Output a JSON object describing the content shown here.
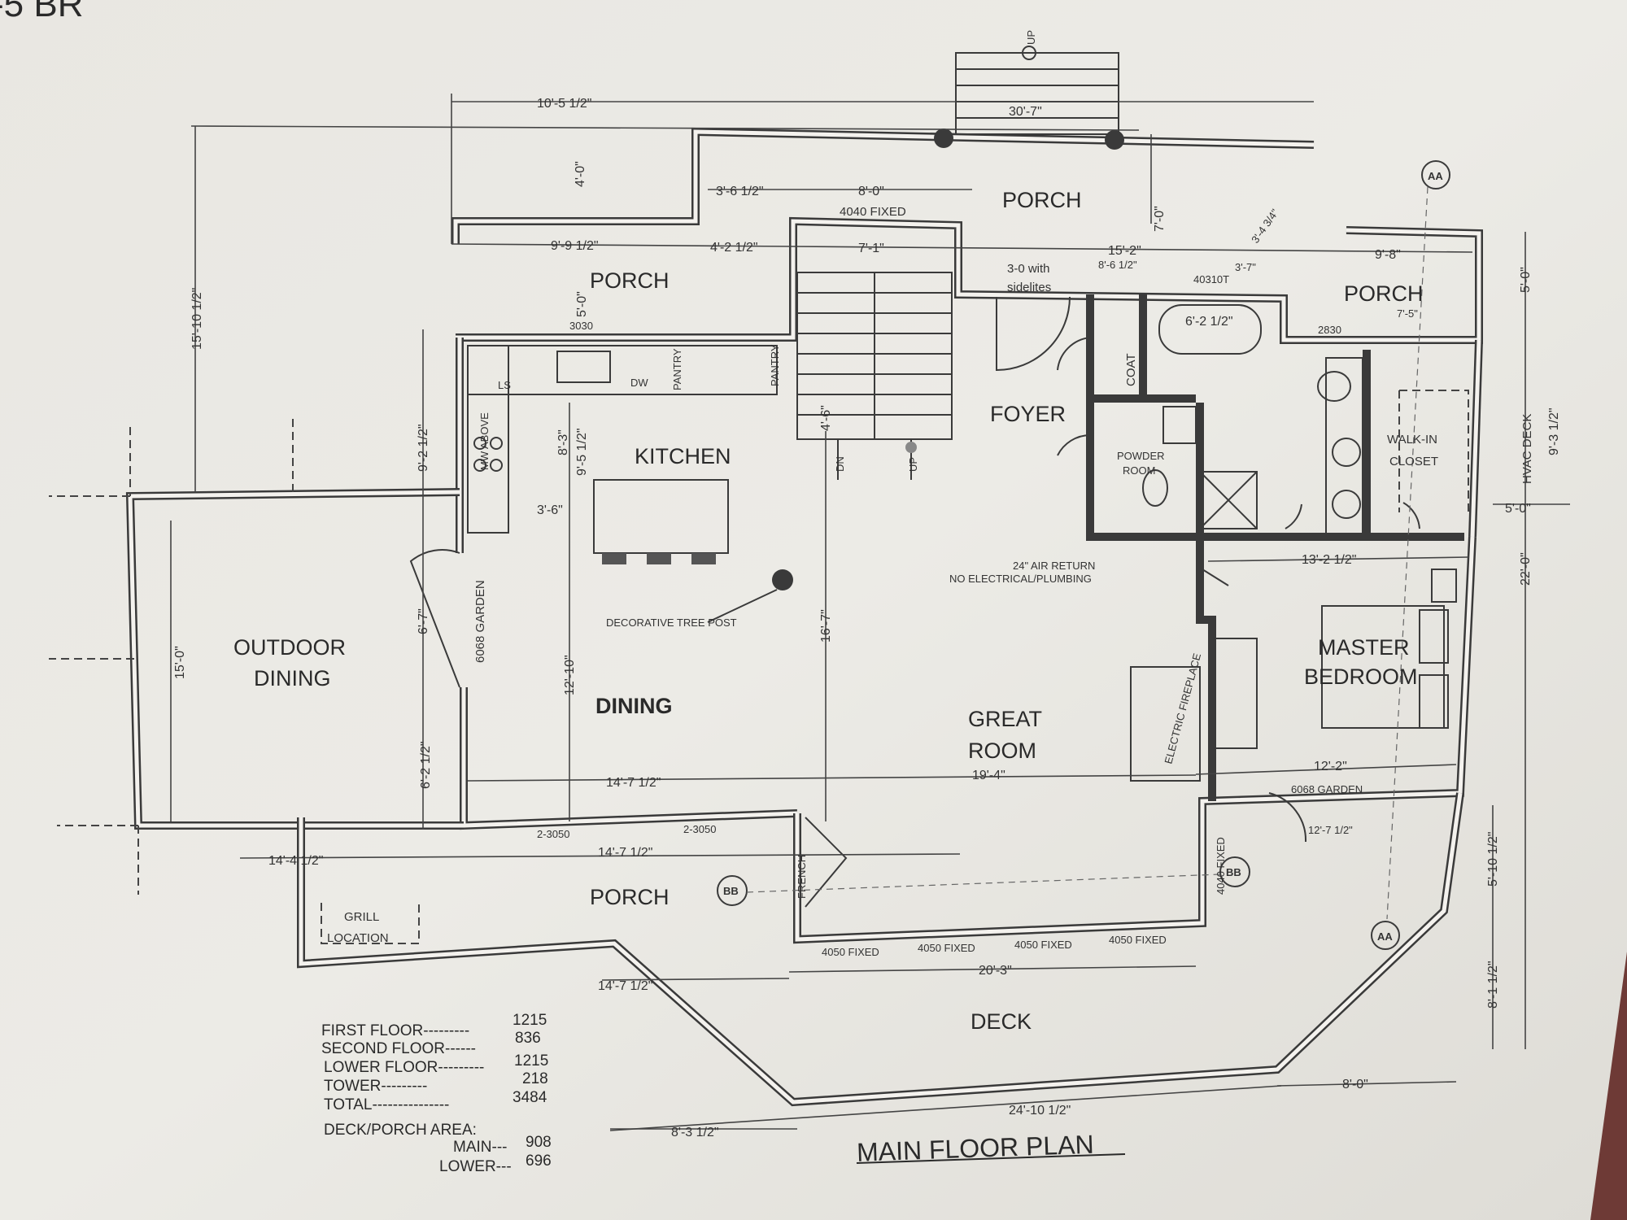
{
  "corner_text": "-5 BR",
  "title": "MAIN FLOOR PLAN",
  "rooms": {
    "porch_top": "PORCH",
    "porch_left": "PORCH",
    "porch_right": "PORCH",
    "porch_bottom": "PORCH",
    "kitchen": "KITCHEN",
    "foyer": "FOYER",
    "coat": "COAT",
    "powder_room_1": "POWDER",
    "powder_room_2": "ROOM",
    "walkin_1": "WALK-IN",
    "walkin_2": "CLOSET",
    "outdoor_dining_1": "OUTDOOR",
    "outdoor_dining_2": "DINING",
    "dining": "DINING",
    "great_room_1": "GREAT",
    "great_room_2": "ROOM",
    "master_1": "MASTER",
    "master_2": "BEDROOM",
    "deck": "DECK",
    "grill_1": "GRILL",
    "grill_2": "LOCATION",
    "hvac_deck": "HVAC DECK"
  },
  "annotations": {
    "fixed_4040": "4040 FIXED",
    "with_sidelites_1": "3-0 with",
    "with_sidelites_2": "sidelites",
    "fixed_40310t": "40310T",
    "win_3030": "3030",
    "win_2830": "2830",
    "ls": "LS",
    "dw": "DW",
    "pantry_1": "PANTRY",
    "pantry_2": "PANTRY",
    "mw_above": "MW ABOVE",
    "garden_6068_left": "6068 GARDEN",
    "garden_6068_right": "6068 GARDEN",
    "air_return_1": "24\" AIR RETURN",
    "air_return_2": "NO ELECTRICAL/PLUMBING",
    "tree_post": "DECORATIVE TREE POST",
    "electric_fireplace": "ELECTRIC FIREPLACE",
    "win_2_3050_a": "2-3050",
    "win_2_3050_b": "2-3050",
    "french": "FRENCH",
    "fixed_4050_1": "4050 FIXED",
    "fixed_4050_2": "4050 FIXED",
    "fixed_4050_3": "4050 FIXED",
    "fixed_4050_4": "4050 FIXED",
    "fixed_4040_side": "4040 FIXED",
    "up_top": "UP",
    "up_stair": "UP",
    "dn_stair": "DN",
    "section_aa_top": "AA",
    "section_aa_bottom": "AA",
    "section_bb_left": "BB",
    "section_bb_right": "BB"
  },
  "dimensions": {
    "d1": "10'-5 1/2\"",
    "d2": "30'-7\"",
    "d3": "15'-10 1/2\"",
    "d4": "4'-0\"",
    "d5": "3'-6 1/2\"",
    "d6": "8'-0\"",
    "d7": "7'-0\"",
    "d8": "3'-4 3/4\"",
    "d9": "9'-9 1/2\"",
    "d10": "4'-2 1/2\"",
    "d11": "7'-1\"",
    "d12": "15'-2\"",
    "d13": "8'-6 1/2\"",
    "d14": "3'-7\"",
    "d15": "9'-8\"",
    "d16": "5'-0\"",
    "d17": "6'-2 1/2\"",
    "d18": "7'-5\"",
    "d19": "9'-2 1/2\"",
    "d20": "8'-3\"",
    "d21": "9'-5 1/2\"",
    "d22": "3'-6\"",
    "d23": "12'-10\"",
    "d24": "16'-7\"",
    "d25": "6'-7\"",
    "d26": "15'-0\"",
    "d27": "6'-2 1/2\"",
    "d28": "14'-7 1/2\"",
    "d29": "19'-4\"",
    "d30": "12'-2\"",
    "d31": "14'-4 1/2\"",
    "d32": "14'-7 1/2\"",
    "d33": "12'-7 1/2\"",
    "d34": "13'-2 1/2\"",
    "d35": "22'-0\"",
    "d36": "9'-3 1/2\"",
    "d37": "5'-0\"",
    "d38": "5'-10 1/2\"",
    "d39": "20'-3\"",
    "d40": "14'-7 1/2\"",
    "d41": "8'-1 1/2\"",
    "d42": "8'-0\"",
    "d43": "24'-10 1/2\"",
    "d44": "8'-3 1/2\"",
    "d45": "4'-6\"",
    "d46": "5'-0\""
  },
  "area_table": {
    "rows": [
      {
        "label": "FIRST FLOOR---------",
        "value": "1215"
      },
      {
        "label": "SECOND FLOOR------",
        "value": "836"
      },
      {
        "label": "LOWER FLOOR---------",
        "value": "1215"
      },
      {
        "label": "TOWER---------",
        "value": "218"
      },
      {
        "label": "TOTAL---------------",
        "value": "3484"
      }
    ],
    "deck_heading": "DECK/PORCH AREA:",
    "deck_rows": [
      {
        "label": "MAIN---",
        "value": "908"
      },
      {
        "label": "LOWER---",
        "value": "696"
      }
    ]
  }
}
